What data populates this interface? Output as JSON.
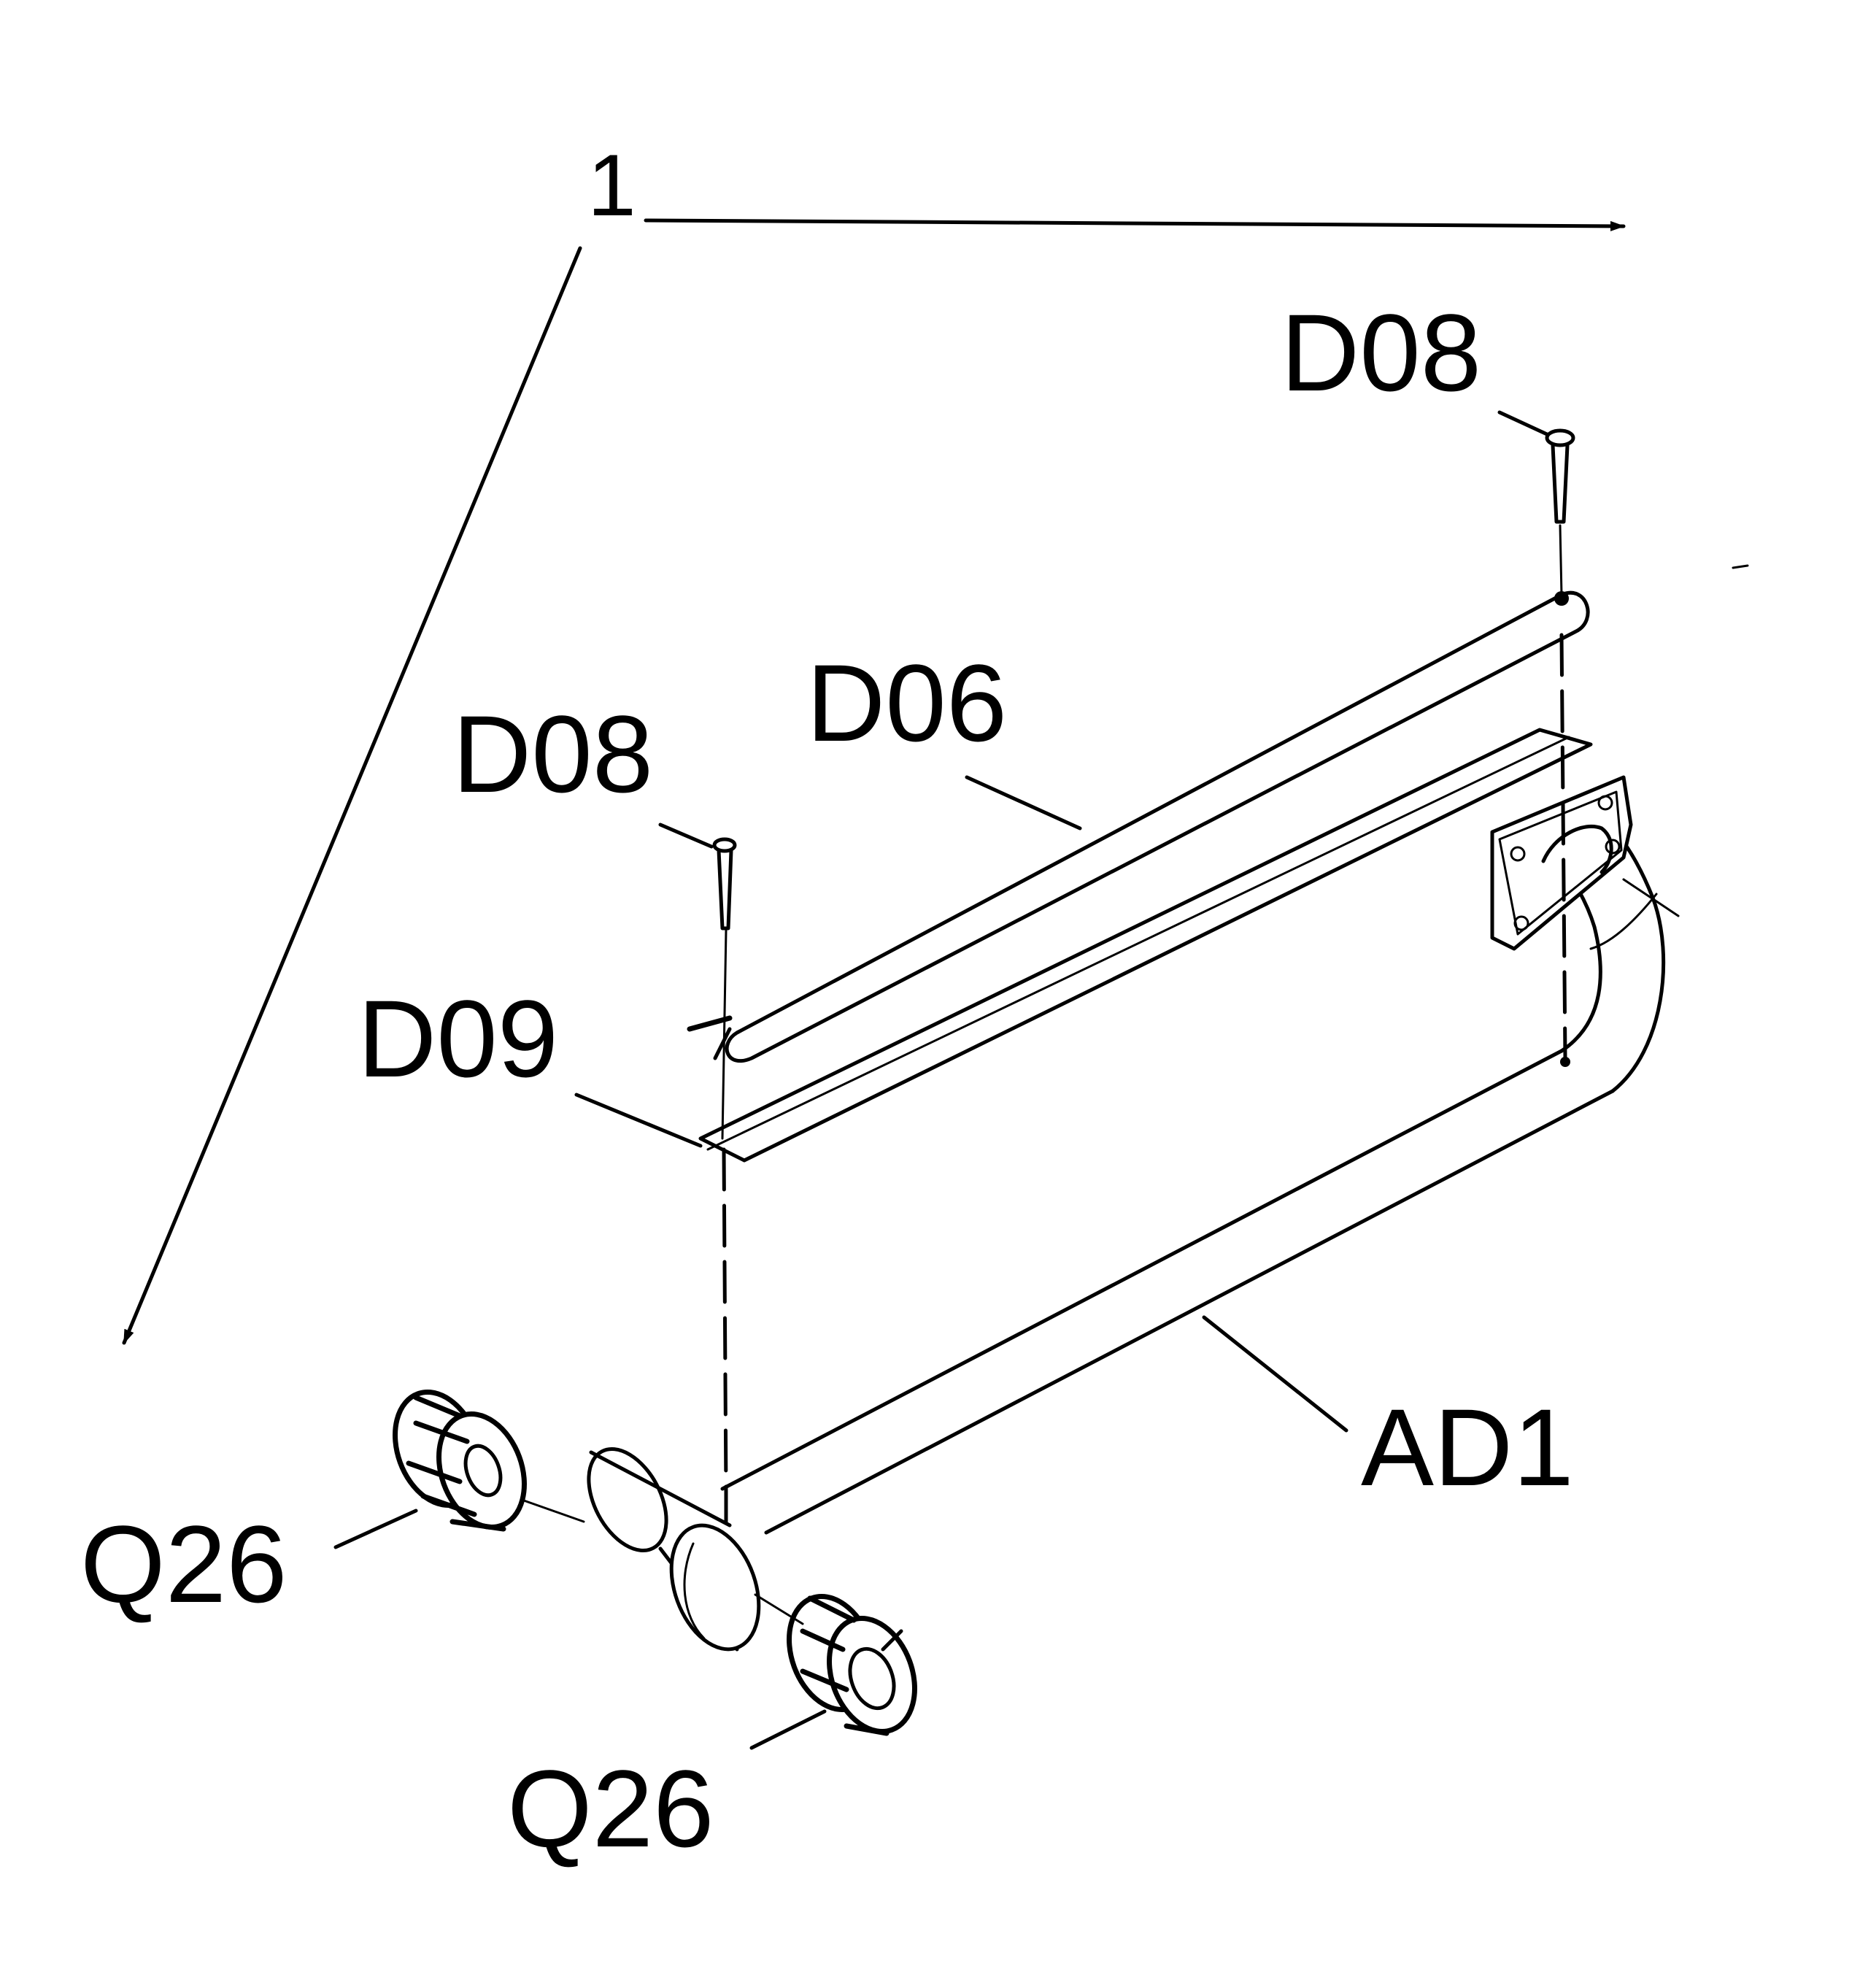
{
  "diagram": {
    "assembly_number": "1",
    "callouts": {
      "d08_top": "D08",
      "d08_left": "D08",
      "d06": "D06",
      "d09": "D09",
      "ad1": "AD1",
      "q26_left": "Q26",
      "q26_bottom": "Q26"
    }
  }
}
